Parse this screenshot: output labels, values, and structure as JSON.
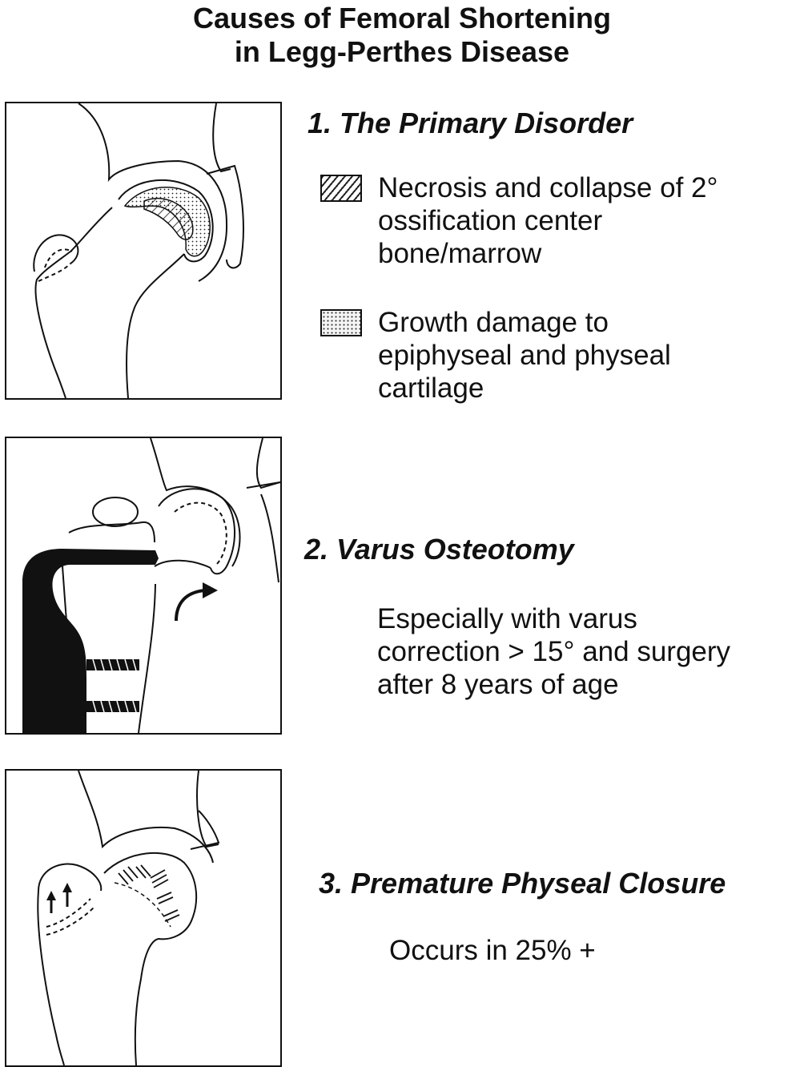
{
  "title": {
    "line1": "Causes of Femoral Shortening",
    "line2": "in Legg-Perthes Disease"
  },
  "section1": {
    "heading": "1. The Primary Disorder",
    "legend": [
      {
        "swatch": "hatched",
        "lines": [
          "Necrosis and collapse of 2°",
          "ossification center",
          "bone/marrow"
        ]
      },
      {
        "swatch": "stippled",
        "lines": [
          "Growth damage to",
          "epiphyseal and physeal",
          "cartilage"
        ]
      }
    ]
  },
  "section2": {
    "heading": "2. Varus Osteotomy",
    "lines": [
      "Especially with varus",
      "correction > 15° and surgery",
      "after 8 years of age"
    ]
  },
  "section3": {
    "heading": "3. Premature Physeal Closure",
    "lines": [
      "Occurs in 25% +"
    ]
  },
  "colors": {
    "ink": "#111111",
    "paper": "#ffffff"
  }
}
